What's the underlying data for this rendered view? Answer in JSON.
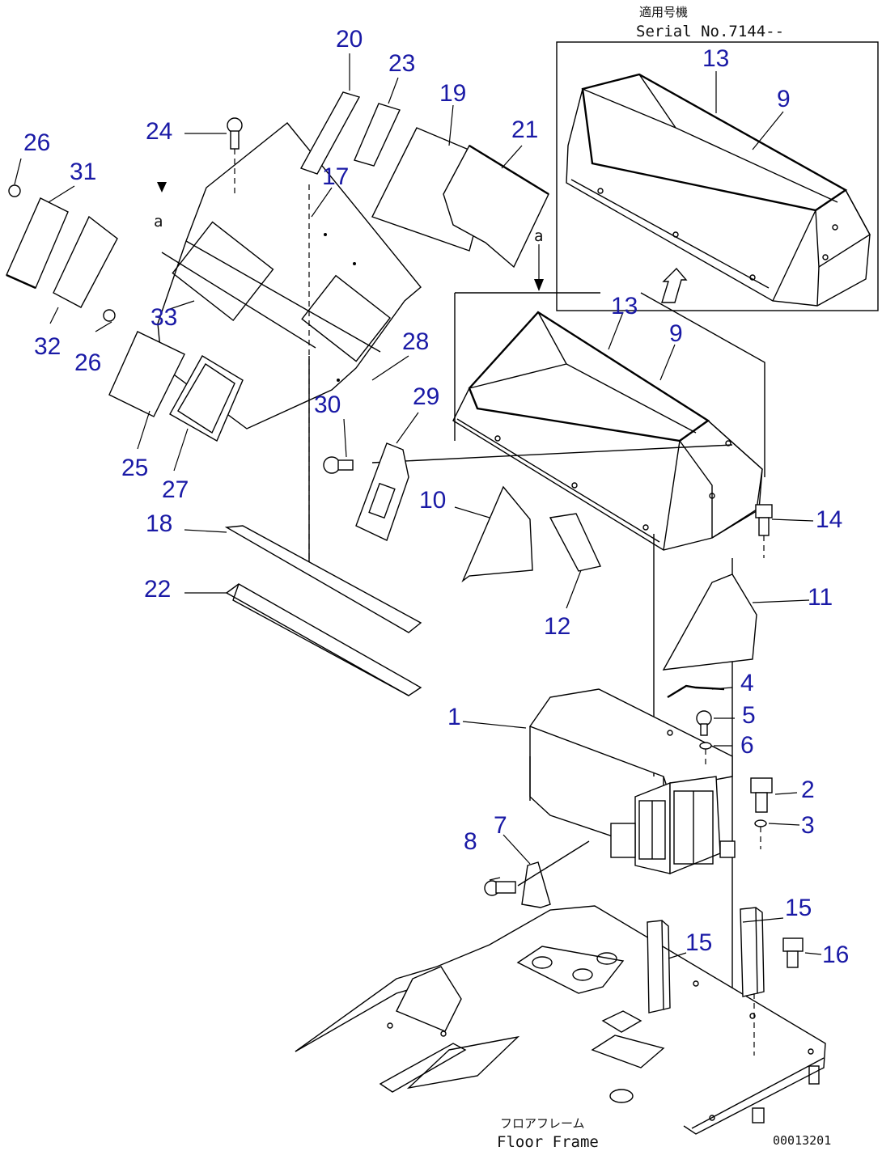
{
  "header": {
    "applicable_serial_jp": "適用号機",
    "serial_label": "Serial No.7144--"
  },
  "footer": {
    "floor_frame_jp": "フロアフレーム",
    "floor_frame_en": "Floor Frame",
    "drawing_code": "00013201"
  },
  "view_markers": {
    "view_a_left": "a",
    "view_a_right": "a"
  },
  "part_labels": {
    "p1": "1",
    "p2": "2",
    "p3": "3",
    "p4": "4",
    "p5": "5",
    "p6": "6",
    "p7": "7",
    "p8": "8",
    "p9_upper": "9",
    "p9_lower": "9",
    "p10": "10",
    "p11": "11",
    "p12": "12",
    "p13_upper": "13",
    "p13_lower_a": "13",
    "p14": "14",
    "p15_a": "15",
    "p15_b": "15",
    "p16": "16",
    "p17": "17",
    "p18": "18",
    "p19": "19",
    "p20": "20",
    "p21": "21",
    "p22": "22",
    "p23": "23",
    "p24": "24",
    "p25": "25",
    "p26_a": "26",
    "p26_b": "26",
    "p27": "27",
    "p28": "28",
    "p29": "29",
    "p30": "30",
    "p31": "31",
    "p32": "32",
    "p33": "33"
  },
  "colors": {
    "label_blue": "#1a1aa6",
    "line": "#000000",
    "background": "#ffffff"
  }
}
